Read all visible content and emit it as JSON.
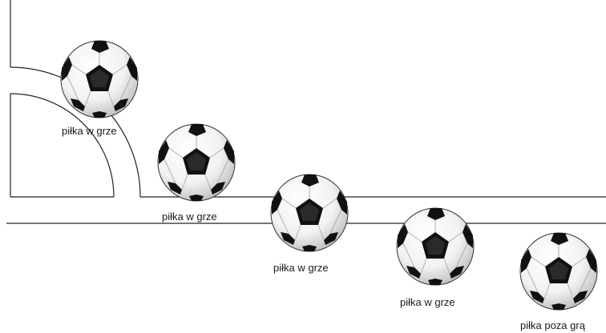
{
  "labels": {
    "ball_1": "piłka w grze",
    "ball_2": "piłka w grze",
    "ball_3": "piłka w grze",
    "ball_4": "piłka w grze",
    "ball_5": "piłka poza grą"
  },
  "colors": {
    "line": "#222222",
    "ball_white": "#ffffff",
    "ball_shadow": "#cfcfcf",
    "ball_patch": "#111111"
  }
}
